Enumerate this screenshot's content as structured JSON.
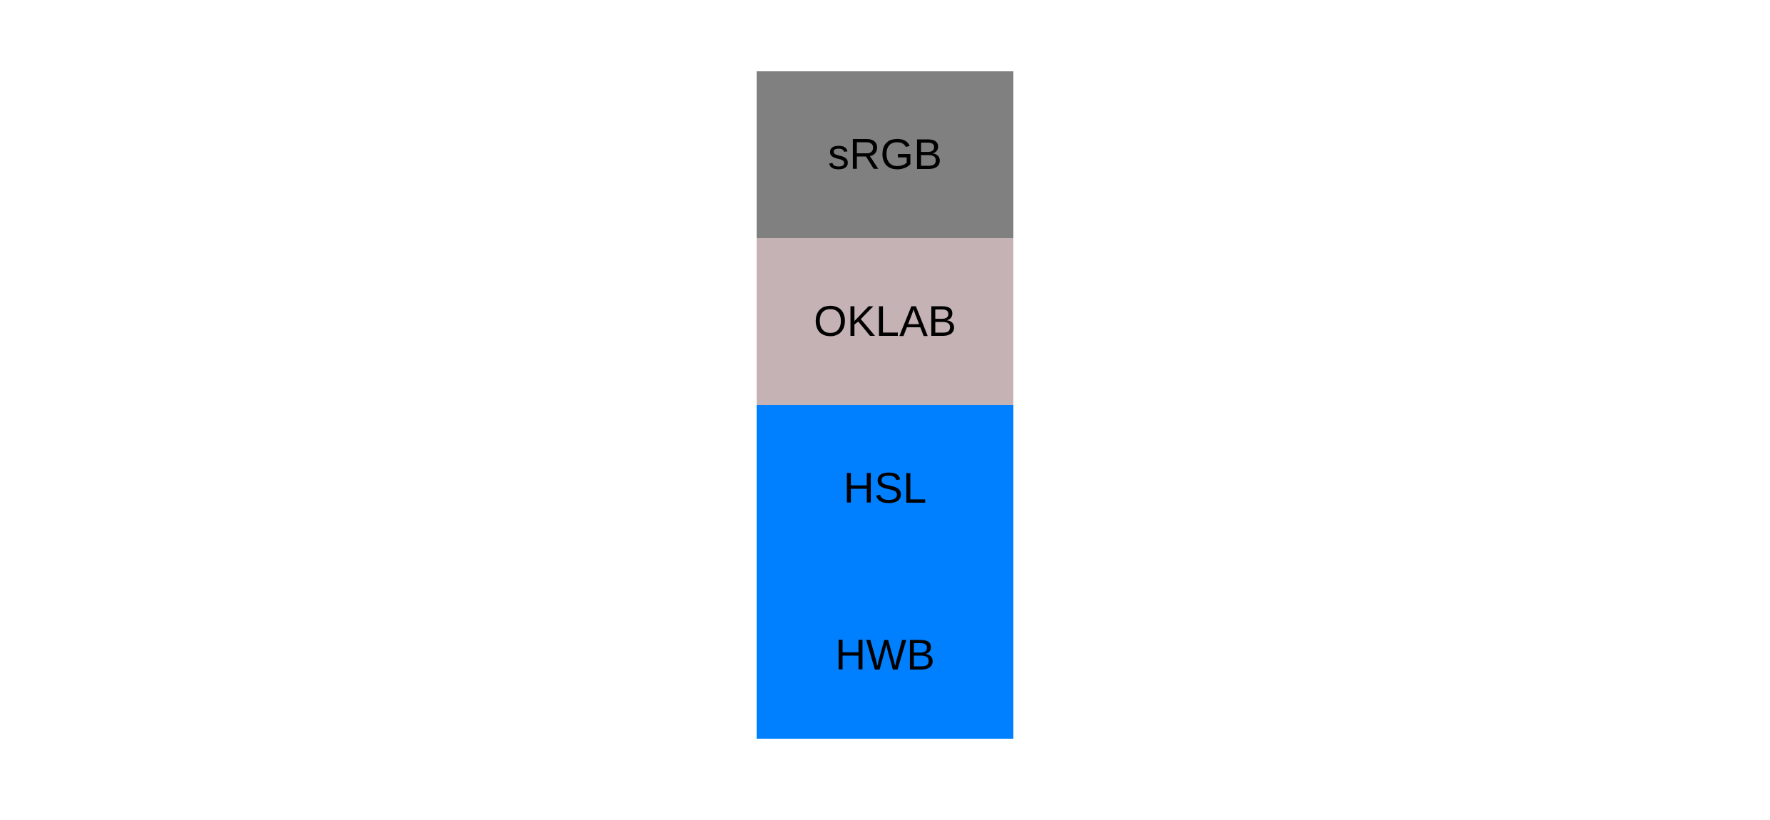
{
  "page": {
    "background": "#ffffff",
    "label_text_color": "#000000"
  },
  "swatch_stack": {
    "items": [
      {
        "label": "sRGB",
        "color": "#808080"
      },
      {
        "label": "OKLAB",
        "color": "#c5b2b4"
      },
      {
        "label": "HSL",
        "color": "#0080ff"
      },
      {
        "label": "HWB",
        "color": "#0080ff"
      }
    ]
  }
}
